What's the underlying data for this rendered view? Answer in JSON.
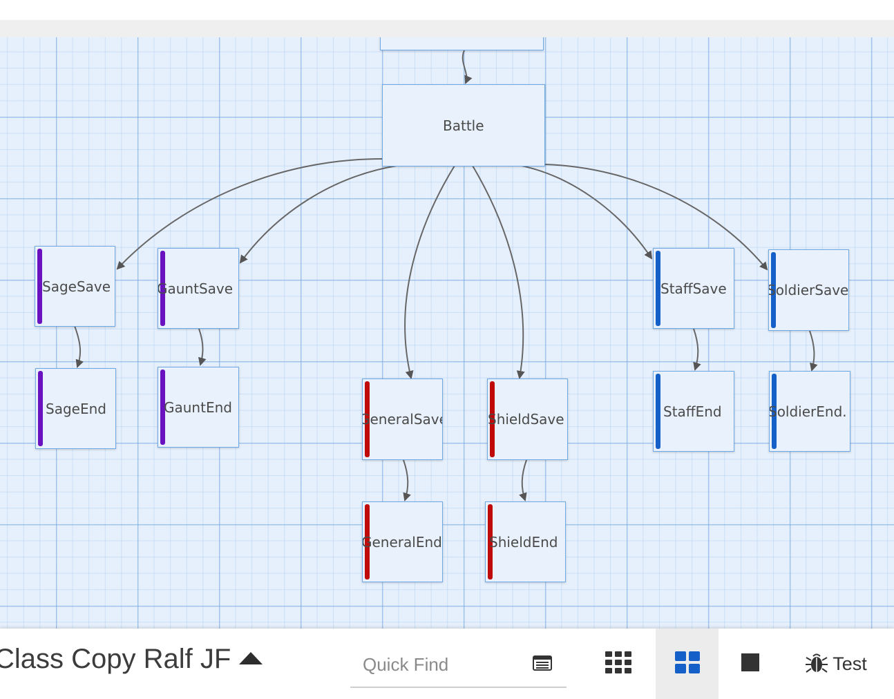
{
  "diagram": {
    "nodes": [
      {
        "id": "battle",
        "label": "Battle"
      },
      {
        "id": "sagesave",
        "label": "SageSave",
        "bar_color": "#6a12c0"
      },
      {
        "id": "sageend",
        "label": "SageEnd",
        "bar_color": "#6a12c0"
      },
      {
        "id": "gauntsave",
        "label": "GauntSave",
        "bar_color": "#6a12c0"
      },
      {
        "id": "gauntend",
        "label": "GauntEnd",
        "bar_color": "#6a12c0"
      },
      {
        "id": "generalsave",
        "label": "GeneralSave",
        "bar_color": "#c00a0a"
      },
      {
        "id": "generalend",
        "label": "GeneralEnd",
        "bar_color": "#c00a0a"
      },
      {
        "id": "shieldsave",
        "label": "ShieldSave",
        "bar_color": "#c00a0a"
      },
      {
        "id": "shieldend",
        "label": "ShieldEnd",
        "bar_color": "#c00a0a"
      },
      {
        "id": "staffsave",
        "label": "StaffSave",
        "bar_color": "#1560c8"
      },
      {
        "id": "staffend",
        "label": "StaffEnd",
        "bar_color": "#1560c8"
      },
      {
        "id": "soldiersave",
        "label": "SoldierSave",
        "bar_color": "#1560c8"
      },
      {
        "id": "soldierend",
        "label": "SoldierEnd.",
        "bar_color": "#1560c8"
      }
    ],
    "edges": [
      [
        "top",
        "battle"
      ],
      [
        "battle",
        "sagesave"
      ],
      [
        "battle",
        "gauntsave"
      ],
      [
        "battle",
        "generalsave"
      ],
      [
        "battle",
        "shieldsave"
      ],
      [
        "battle",
        "staffsave"
      ],
      [
        "battle",
        "soldiersave"
      ],
      [
        "sagesave",
        "sageend"
      ],
      [
        "gauntsave",
        "gauntend"
      ],
      [
        "generalsave",
        "generalend"
      ],
      [
        "shieldsave",
        "shieldend"
      ],
      [
        "staffsave",
        "staffend"
      ],
      [
        "soldiersave",
        "soldierend"
      ]
    ]
  },
  "footer": {
    "flow_name": "Class Copy Ralf JF",
    "quick_find_placeholder": "Quick Find",
    "test_label": "Test"
  },
  "icons": {
    "quick_find": "list-icon",
    "view_grid_small": "grid-small-icon",
    "view_grid_large": "grid-large-icon",
    "view_single": "square-icon",
    "test": "bug-icon"
  },
  "colors": {
    "purple": "#6a12c0",
    "red": "#c00a0a",
    "blue": "#1560c8",
    "node_border": "#6ea9e6",
    "active_view": "#1560c8"
  }
}
